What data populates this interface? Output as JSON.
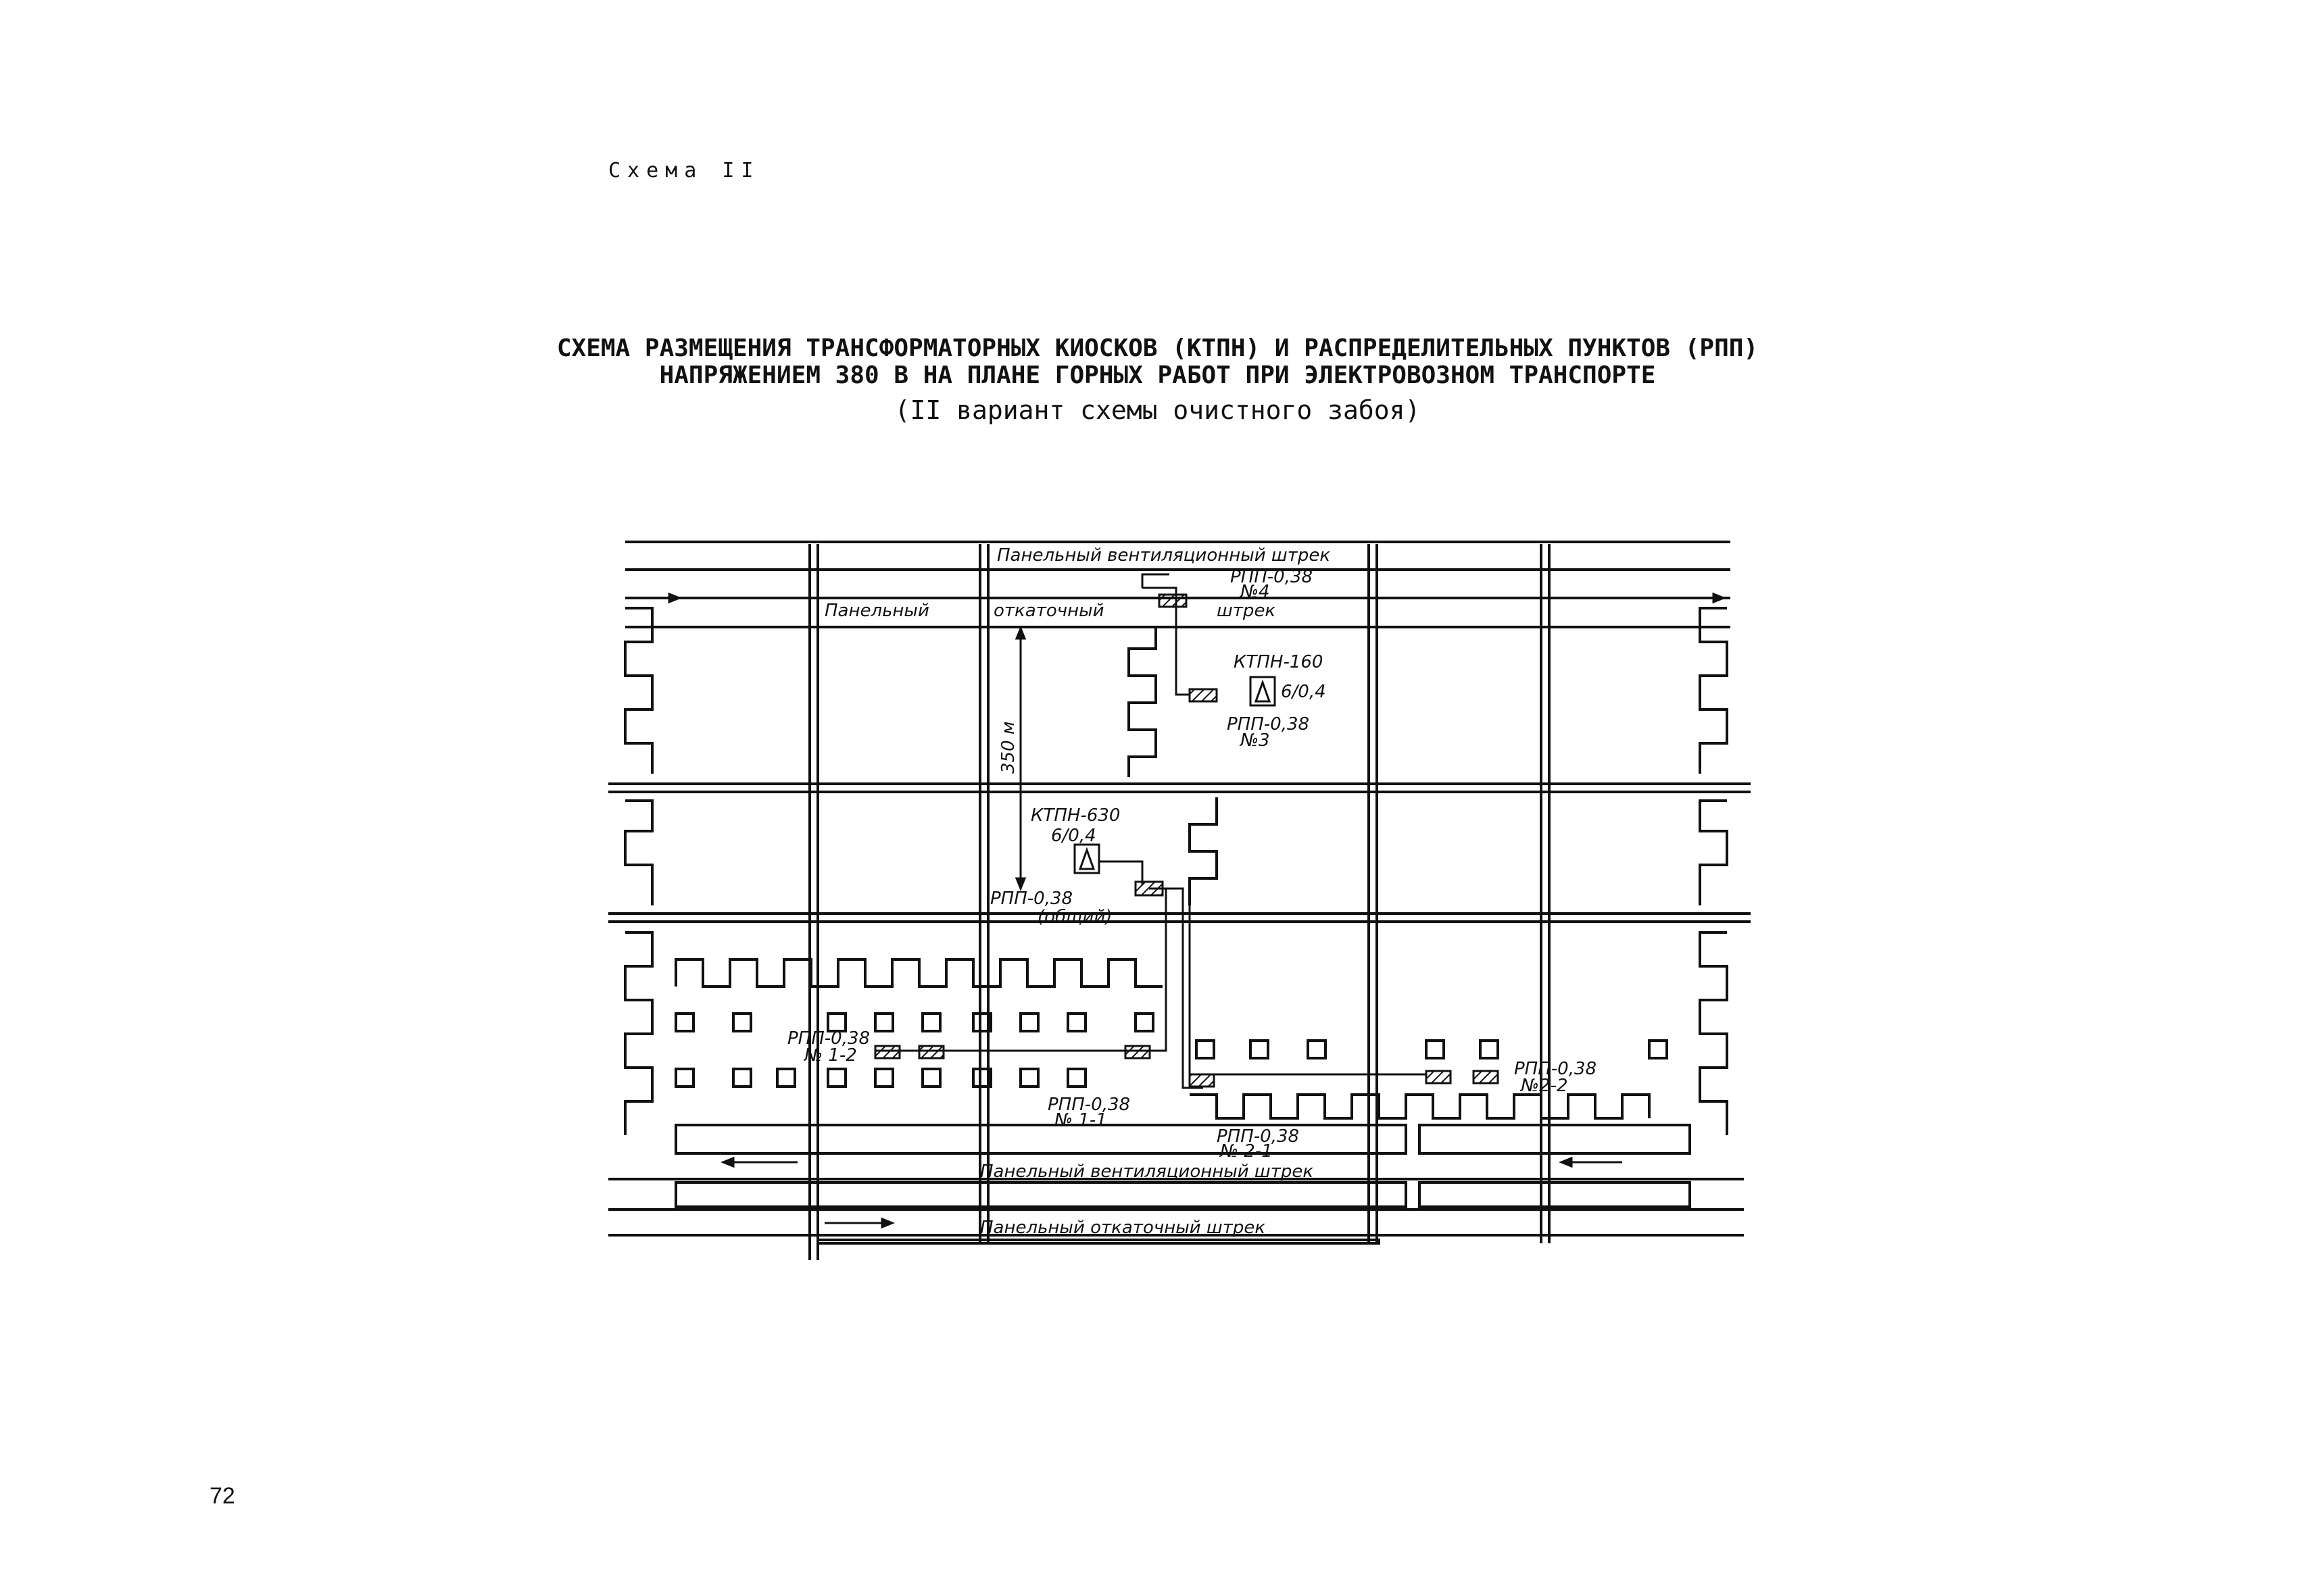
{
  "header": {
    "schema_label": "Схема II"
  },
  "title": {
    "line1": "СХЕМА РАЗМЕЩЕНИЯ ТРАНСФОРМАТОРНЫХ КИОСКОВ (КТПН)  И  РАСПРЕДЕЛИТЕЛЬНЫХ ПУНКТОВ (РПП)",
    "line2": "НАПРЯЖЕНИЕМ 380 В НА ПЛАНЕ ГОРНЫХ РАБОТ ПРИ ЭЛЕКТРОВОЗНОМ ТРАНСПОРТЕ",
    "line3": "(II вариант схемы очистного забоя)"
  },
  "diagram": {
    "labels": {
      "top_vent_drift": "Панельный вентиляционный штрек",
      "top_haul_left": "Панельный",
      "top_haul_mid": "откаточный",
      "top_haul_right": "штрек",
      "bottom_vent_drift": "Панельный вентиляционный штрек",
      "bottom_haul_drift": "Панельный откаточный штрек",
      "distance": "350 м"
    },
    "equipment": {
      "rpp4_a": "РПП-0,38",
      "rpp4_b": "№4",
      "ktpn160_a": "КТПН-160",
      "ktpn160_b": "6/0,4",
      "rpp3_a": "РПП-0,38",
      "rpp3_b": "№3",
      "ktpn630_a": "КТПН-630",
      "ktpn630_b": "6/0,4",
      "rpp_common_a": "РПП-0,38",
      "rpp_common_b": "(общий)",
      "rpp12_a": "РПП-0,38",
      "rpp12_b": "№ 1-2",
      "rpp11_a": "РПП-0,38",
      "rpp11_b": "№ 1-1",
      "rpp21_a": "РПП-0,38",
      "rpp21_b": "№ 2-1",
      "rpp22_a": "РПП-0,38",
      "rpp22_b": "№2-2"
    }
  },
  "page_number": "72"
}
